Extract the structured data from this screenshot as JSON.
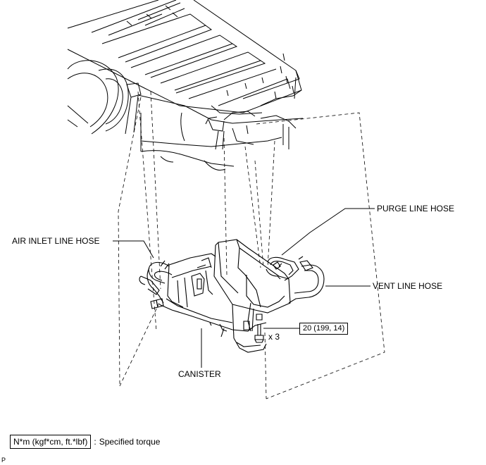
{
  "labels": {
    "purge_line_hose": "PURGE LINE HOSE",
    "air_inlet_line_hose": "AIR INLET LINE HOSE",
    "vent_line_hose": "VENT LINE HOSE",
    "canister": "CANISTER",
    "torque_value": "20 (199, 14)",
    "bolt_quantity": "x 3"
  },
  "legend": {
    "unit": "N*m (kgf*cm, ft.*lbf)",
    "separator": ":",
    "description": "Specified torque"
  },
  "page_mark": "P"
}
